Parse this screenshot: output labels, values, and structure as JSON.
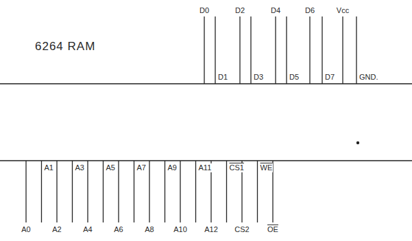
{
  "diagram": {
    "labels": [
      "6264 RAM",
      "D0",
      "D2",
      "D4",
      "D6",
      "Vcc",
      "D1",
      "D3",
      "D5",
      "D7",
      "GND.",
      "A1",
      "A3",
      "A5",
      "A7",
      "A9",
      "A11",
      "CS1",
      "WE",
      "A0",
      "A2",
      "A4",
      "A6",
      "A8",
      "A10",
      "A12",
      "CS2",
      "OE"
    ]
  }
}
